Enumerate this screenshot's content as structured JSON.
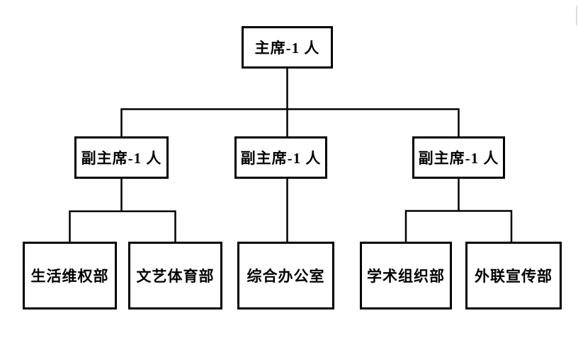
{
  "diagram": {
    "type": "org-chart",
    "background_color": "#ffffff",
    "box_fill_color": "#ffffff",
    "box_border_color": "#000000",
    "line_color": "#000000",
    "text_color": "#000000",
    "nodes": {
      "chairman": {
        "label": "主席-1 人",
        "level": 1
      },
      "vice1": {
        "label": "副主席-1 人",
        "level": 2
      },
      "vice2": {
        "label": "副主席-1 人",
        "level": 2
      },
      "vice3": {
        "label": "副主席-1 人",
        "level": 2
      },
      "dept1": {
        "label": "生活维权部",
        "level": 3
      },
      "dept2": {
        "label": "文艺体育部",
        "level": 3
      },
      "dept3": {
        "label": "综合办公室",
        "level": 3
      },
      "dept4": {
        "label": "学术组织部",
        "level": 3
      },
      "dept5": {
        "label": "外联宣传部",
        "level": 3
      }
    },
    "edges": [
      {
        "from": "chairman",
        "to": "vice1"
      },
      {
        "from": "chairman",
        "to": "vice2"
      },
      {
        "from": "chairman",
        "to": "vice3"
      },
      {
        "from": "vice1",
        "to": "dept1"
      },
      {
        "from": "vice1",
        "to": "dept2"
      },
      {
        "from": "vice2",
        "to": "dept3"
      },
      {
        "from": "vice3",
        "to": "dept4"
      },
      {
        "from": "vice3",
        "to": "dept5"
      }
    ]
  }
}
